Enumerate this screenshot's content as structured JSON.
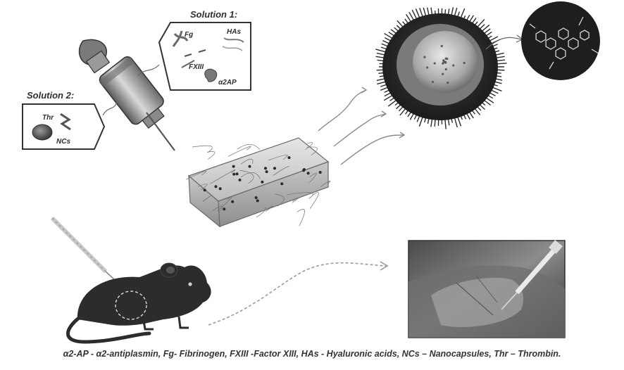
{
  "solution1": {
    "title": "Solution 1:",
    "labels": {
      "fg": "Fg",
      "has": "HAs",
      "fxiii": "FXIII",
      "a2ap": "α2AP"
    }
  },
  "solution2": {
    "title": "Solution 2:",
    "labels": {
      "thr": "Thr",
      "ncs": "NCs"
    }
  },
  "caption": "α2-AP - α2-antiplasmin, Fg- Fibrinogen, FXIII -Factor XIII,  HAs - Hyaluronic acids, NCs – Nanocapsules,  Thr – Thrombin."
}
